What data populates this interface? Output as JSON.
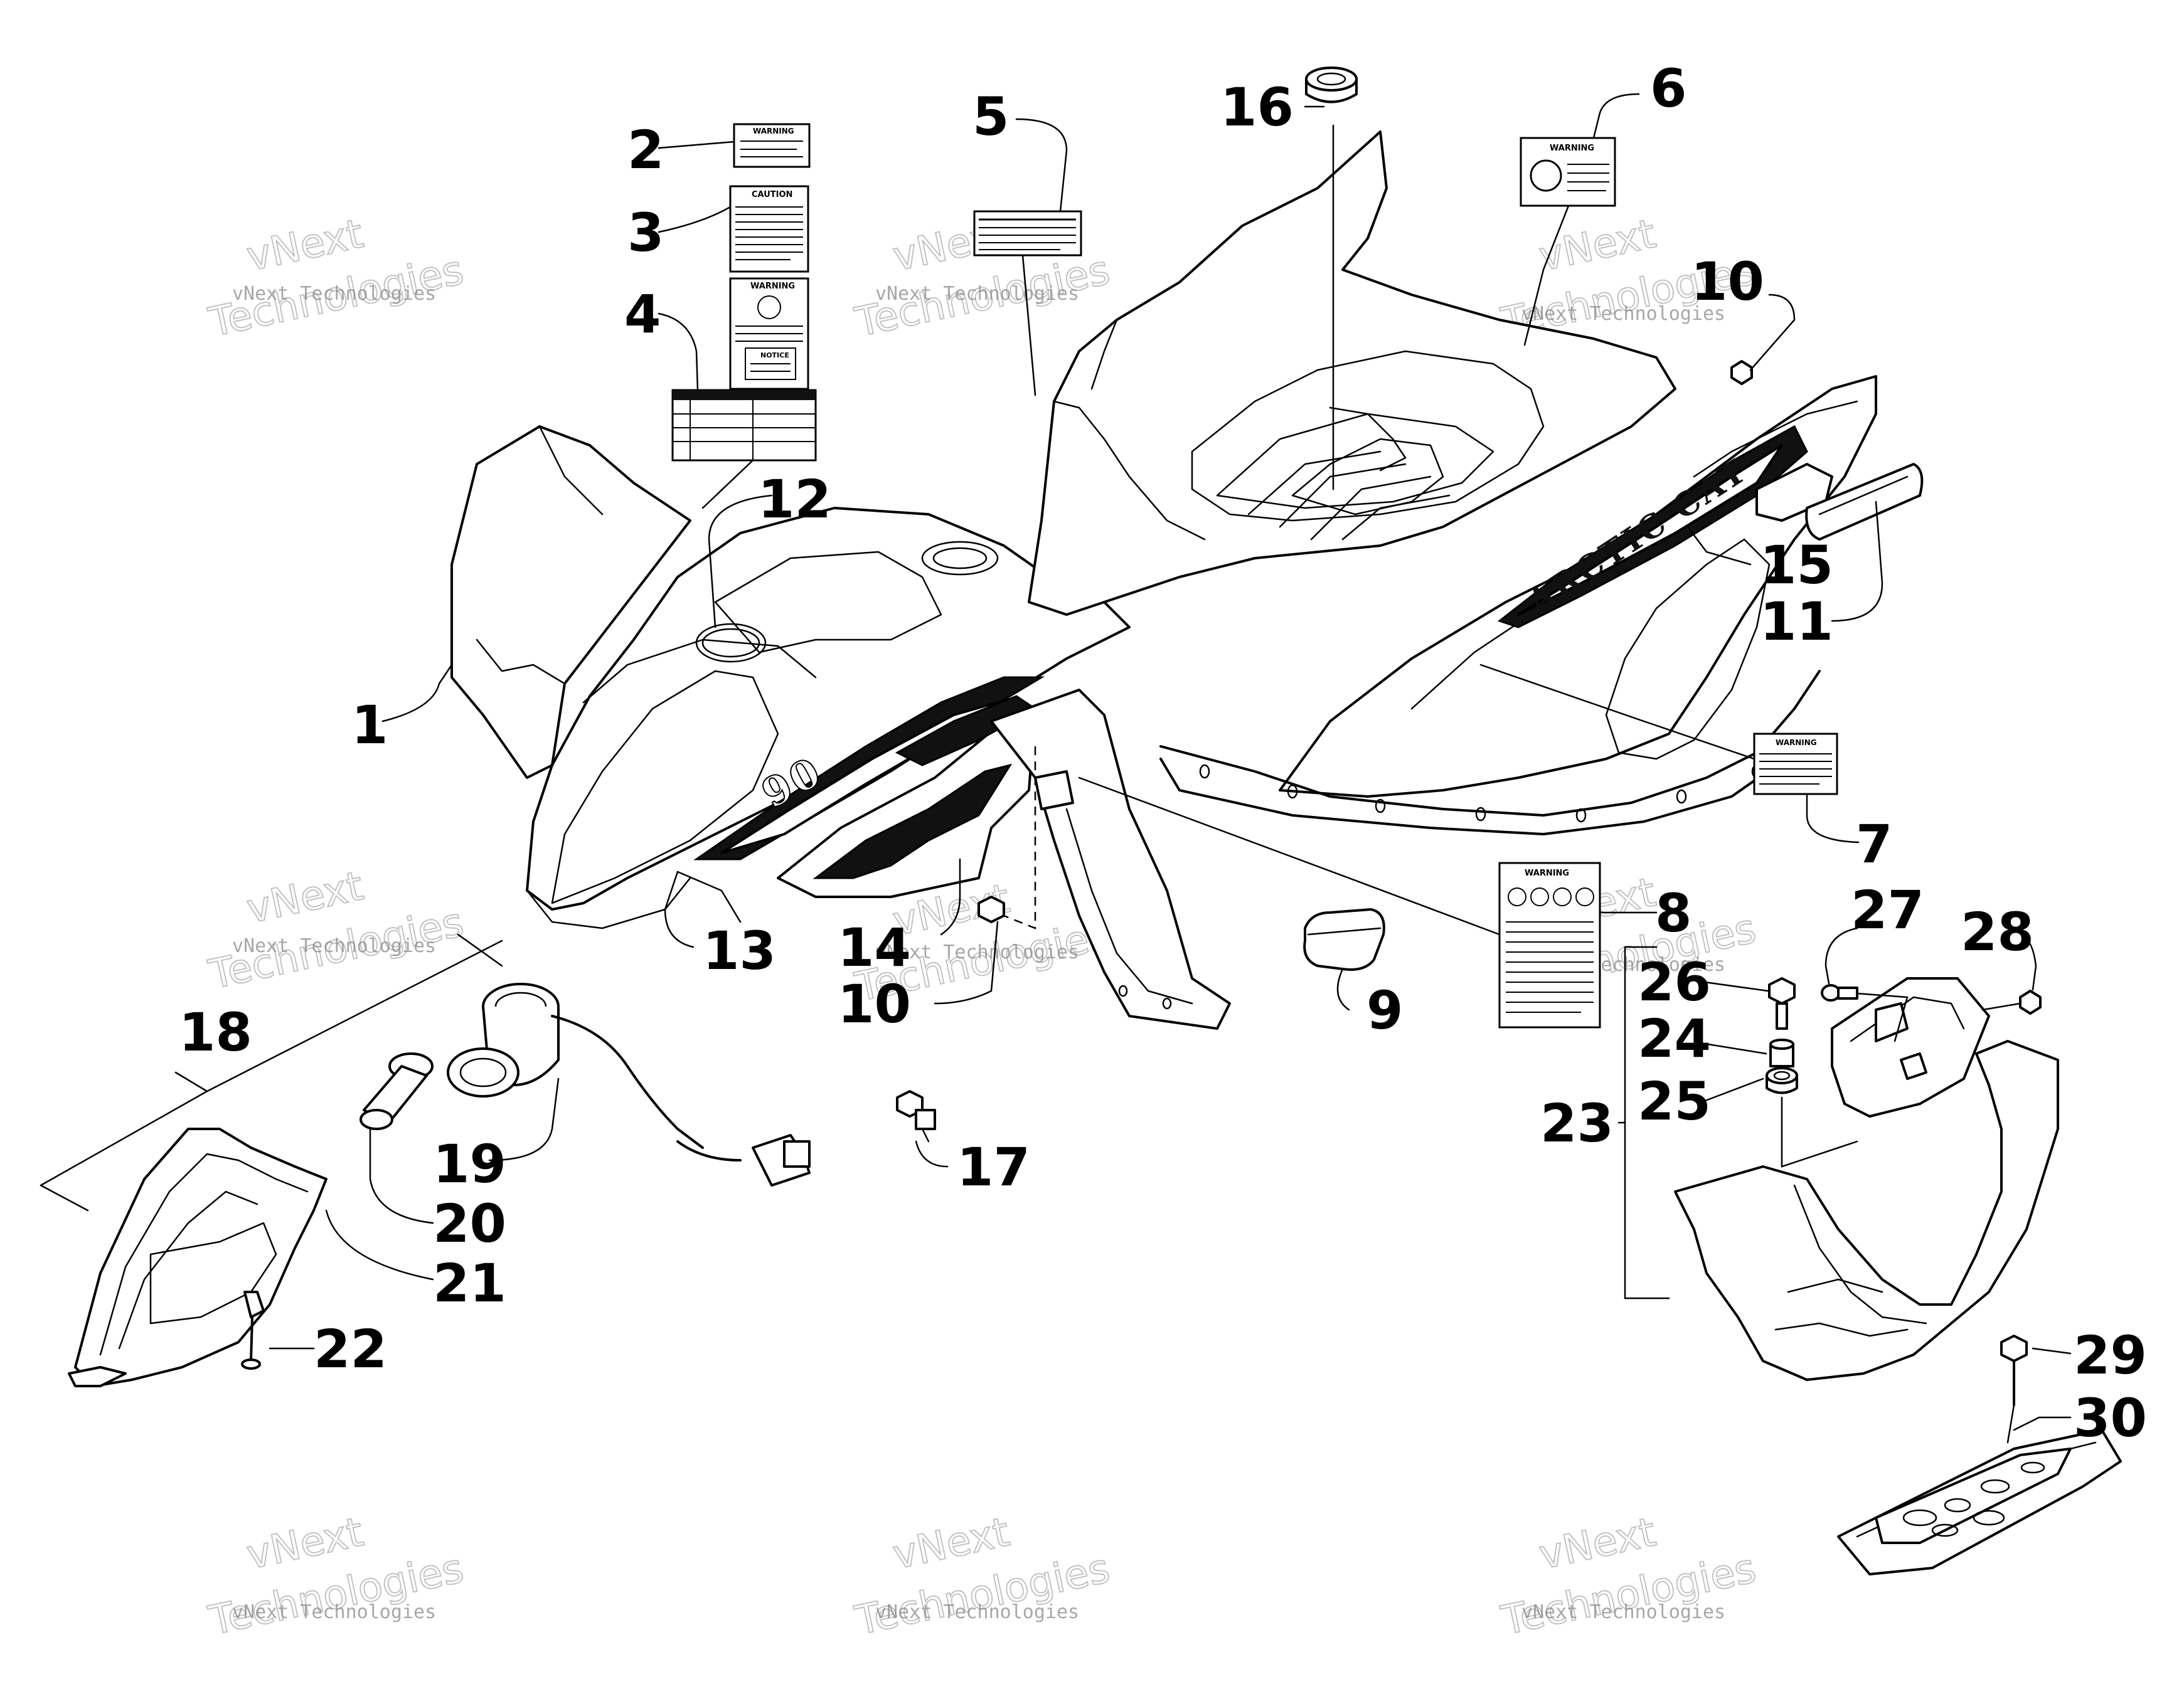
{
  "watermark": {
    "line1": "vNext",
    "line2": "vNext Technologies",
    "line3": "Technologies"
  },
  "callouts": [
    "1",
    "2",
    "3",
    "4",
    "5",
    "6",
    "7",
    "8",
    "9",
    "10",
    "10",
    "11",
    "12",
    "13",
    "14",
    "15",
    "16",
    "17",
    "18",
    "19",
    "20",
    "21",
    "22",
    "23",
    "24",
    "25",
    "26",
    "27",
    "28",
    "29",
    "30"
  ],
  "labels": {
    "warning": "WARNING",
    "caution": "CAUTION",
    "notice": "NOTICE"
  },
  "logo_text": "ARCTIC CAT",
  "model_text": "90"
}
